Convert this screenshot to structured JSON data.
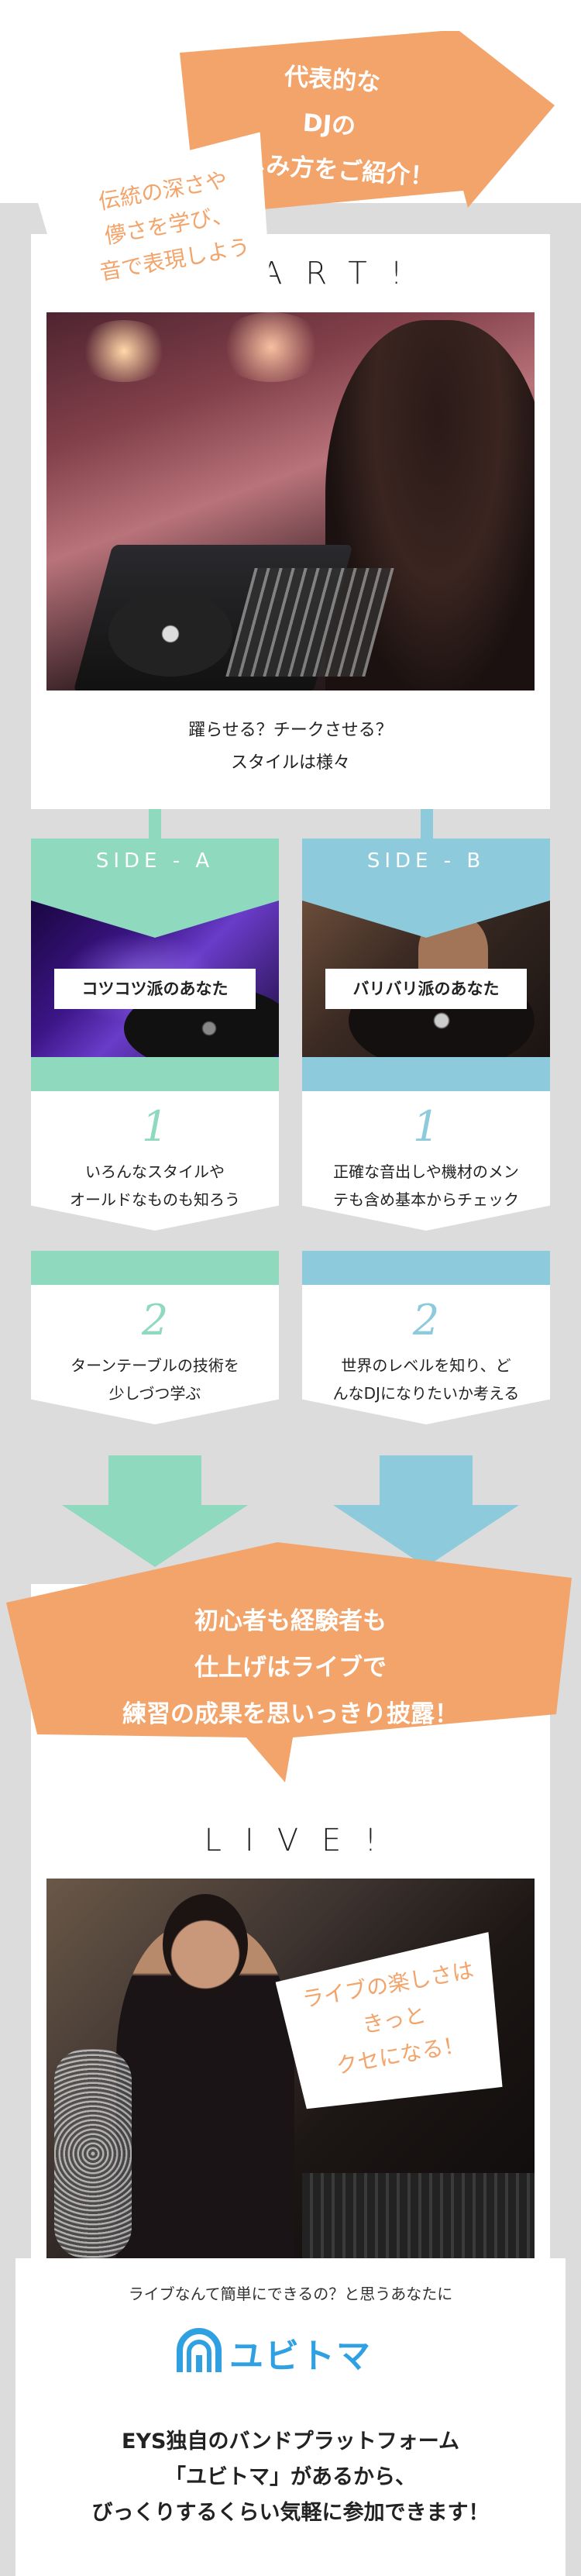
{
  "header": {
    "line1": "代表的な",
    "line2": "DJの",
    "line3": "楽しみ方をご紹介！",
    "color": "#f2a46a"
  },
  "start": {
    "title": "START!",
    "bubble_line1": "伝統の深さや",
    "bubble_line2": "儚さを学び、",
    "bubble_line3": "音で表現しよう",
    "sub_line1": "躍らせる？チークさせる？",
    "sub_line2": "スタイルは様々"
  },
  "side_a": {
    "head": "SIDE - A",
    "label": "コツコツ派のあなた",
    "color": "#8fd9be",
    "step1_num": "1",
    "step1_line1": "いろんなスタイルや",
    "step1_line2": "オールドなものも知ろう",
    "step2_num": "2",
    "step2_line1": "ターンテーブルの技術を",
    "step2_line2": "少しづつ学ぶ"
  },
  "side_b": {
    "head": "SIDE - B",
    "label": "バリバリ派のあなた",
    "color": "#8ccadc",
    "step1_num": "1",
    "step1_line1": "正確な音出しや機材のメン",
    "step1_line2": "テも含め基本からチェック",
    "step2_num": "2",
    "step2_line1": "世界のレベルを知り、ど",
    "step2_line2": "んなDJになりたいか考える"
  },
  "live": {
    "bubble_line1": "初心者も経験者も",
    "bubble_line2": "仕上げはライブで",
    "bubble_line3": "練習の成果を思いっきり披露！",
    "title": "LIVE!",
    "photo_line1": "ライブの楽しさは",
    "photo_line2": "きっと",
    "photo_line3": "クセになる！"
  },
  "bottom": {
    "intro": "ライブなんて簡単にできるの？と思うあなたに",
    "logo_text": "ユビトマ",
    "logo_color": "#2fa1e2",
    "msg_line1": "EYS独自のバンドプラットフォーム",
    "msg_line2": "「ユビトマ」があるから、",
    "msg_line3": "びっくりするくらい気軽に参加できます！"
  }
}
